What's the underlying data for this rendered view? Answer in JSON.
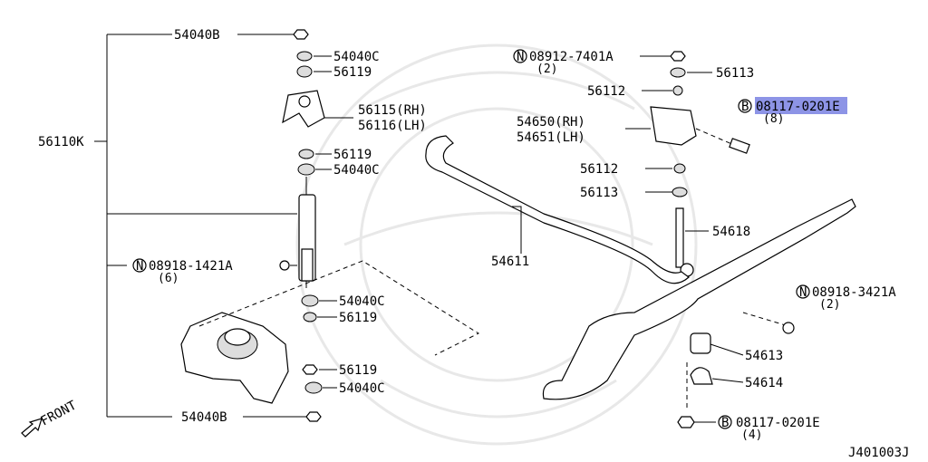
{
  "diagram_code": "J401003J",
  "front_label": "FRONT",
  "labels": {
    "top_bolt": "54040B",
    "shock_assembly": "56110K",
    "bushing_c_top": "54040C",
    "washer_top": "56119",
    "bracket_rh": "56115(RH)",
    "bracket_lh": "56116(LH)",
    "washer_mid": "56119",
    "bushing_c_mid": "54040C",
    "nut_n1": "08918-1421A",
    "nut_n1_qty": "(6)",
    "bushing_c_lower": "54040C",
    "washer_lower": "56119",
    "washer_bottom": "56119",
    "bushing_c_bottom": "54040C",
    "bottom_bolt": "54040B",
    "nut_n2": "08912-7401A",
    "nut_n2_qty": "(2)",
    "washer_56113_top": "56113",
    "bushing_56112_top": "56112",
    "bolt_b1": "08117-0201E",
    "bolt_b1_qty": "(8)",
    "link_bracket_rh": "54650(RH)",
    "link_bracket_lh": "54651(LH)",
    "bushing_56112_bottom": "56112",
    "washer_56113_bottom": "56113",
    "link_rod": "54618",
    "stabilizer_bar": "54611",
    "nut_n3": "08918-3421A",
    "nut_n3_qty": "(2)",
    "bar_bushing": "54613",
    "bar_clamp": "54614",
    "bolt_b2": "08117-0201E",
    "bolt_b2_qty": "(4)"
  },
  "markers": {
    "n": "N",
    "b": "B"
  },
  "highlight_color": "#8d94e6"
}
